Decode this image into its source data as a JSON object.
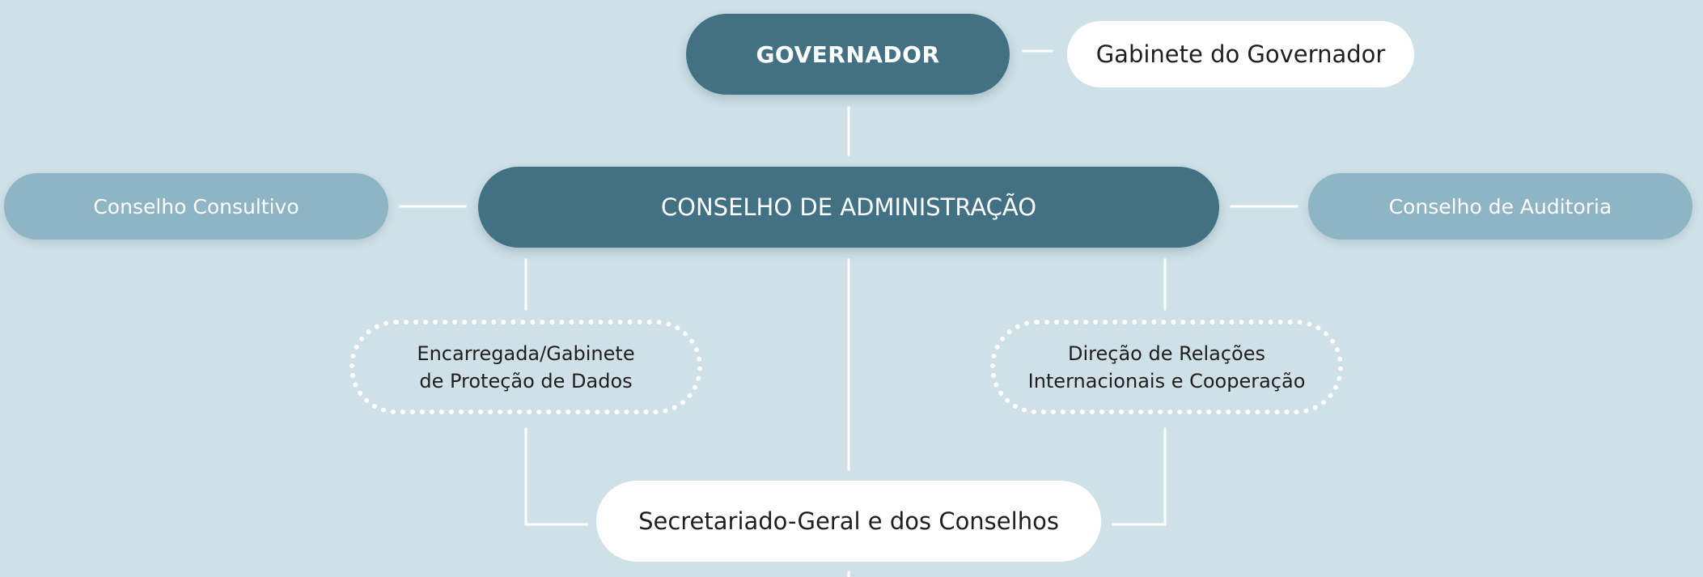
{
  "diagram": {
    "nodes": {
      "governador": {
        "label": "GOVERNADOR"
      },
      "gabinete": {
        "label": "Gabinete do Governador"
      },
      "conselho_administracao": {
        "label": "CONSELHO DE ADMINISTRAÇÃO"
      },
      "conselho_consultivo": {
        "label": "Conselho Consultivo"
      },
      "conselho_auditoria": {
        "label": "Conselho de Auditoria"
      },
      "protecao_dados": {
        "lines": [
          "Encarregada/Gabinete",
          "de Proteção de Dados"
        ]
      },
      "relacoes_internacionais": {
        "lines": [
          "Direção de Relações",
          "Internacionais e Cooperação"
        ]
      },
      "secretariado": {
        "label": "Secretariado-Geral e dos Conselhos"
      }
    }
  },
  "colors": {
    "background": "#cfe0e7",
    "dark_node": "#427184",
    "light_node": "#8db5c3",
    "white_node": "#ffffff",
    "connector": "#ffffff"
  }
}
